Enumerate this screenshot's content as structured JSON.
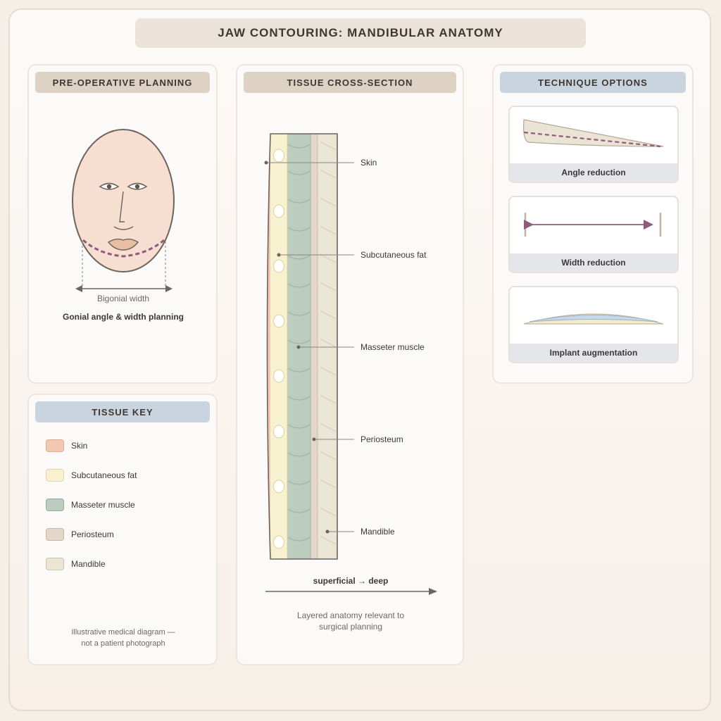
{
  "title": "JAW CONTOURING: MANDIBULAR ANATOMY",
  "planning": {
    "header": "PRE-OPERATIVE PLANNING",
    "bigonial_label": "Bigonial width",
    "caption": "Gonial angle & width planning"
  },
  "tissue_key": {
    "header": "TISSUE KEY",
    "items": [
      {
        "label": "Skin",
        "color": "#f4c9b3",
        "border": "#e4aa90"
      },
      {
        "label": "Subcutaneous fat",
        "color": "#f8f1cf",
        "border": "#e3d6a6"
      },
      {
        "label": "Masseter muscle",
        "color": "#bccdbf",
        "border": "#95ad9a"
      },
      {
        "label": "Periosteum",
        "color": "#e2d7c8",
        "border": "#c4b5a2"
      },
      {
        "label": "Mandible",
        "color": "#ebe5d6",
        "border": "#cdc4b1"
      }
    ],
    "note_line1": "Illustrative medical diagram —",
    "note_line2": "not a patient photograph"
  },
  "cross_section": {
    "header": "TISSUE CROSS-SECTION",
    "labels": [
      "Skin",
      "Subcutaneous fat",
      "Masseter muscle",
      "Periosteum",
      "Mandible"
    ],
    "axis_label": "superficial → deep",
    "caption_line1": "Layered anatomy relevant to",
    "caption_line2": "surgical planning"
  },
  "techniques": {
    "header": "TECHNIQUE OPTIONS",
    "items": [
      {
        "label": "Angle reduction"
      },
      {
        "label": "Width reduction"
      },
      {
        "label": "Implant augmentation"
      }
    ]
  },
  "colors": {
    "accent_dash": "#8e5b7d",
    "arrow_purple": "#8e5b7d",
    "face_fill": "#f6ded1",
    "outline": "#6c645e"
  }
}
